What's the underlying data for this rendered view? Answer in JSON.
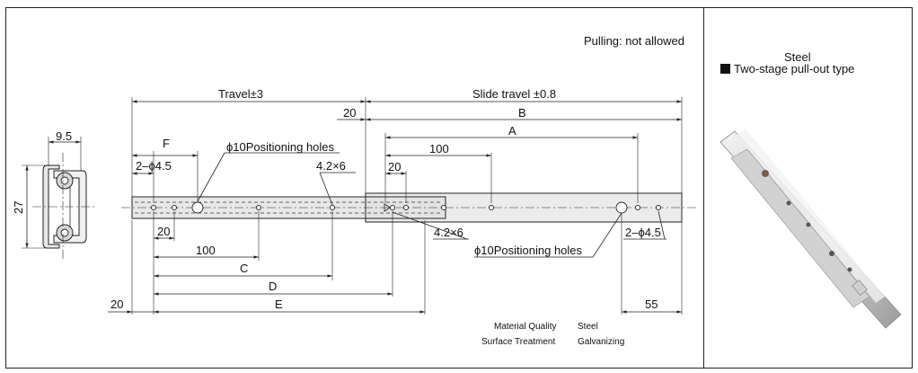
{
  "notes": {
    "pulling": "Pulling: not allowed"
  },
  "dimensions": {
    "travel": "Travel±3",
    "slide_travel": "Slide travel ±0.8",
    "width_9_5": "9.5",
    "height_27": "27",
    "left_20_top": "20",
    "F": "F",
    "B": "B",
    "A": "A",
    "dim_100_top": "100",
    "dim_20_mid": "20",
    "holes_2_phi_4_5_left": "2–ϕ4.5",
    "holes_2_phi_4_5_right": "2–ϕ4.5",
    "positioning_holes_top": "ϕ10Positioning holes",
    "positioning_holes_bottom": "ϕ10Positioning holes",
    "slot_4_2x6_top": "4.2×6",
    "slot_4_2x6_bottom": "4.2×6",
    "dim_20_bottom": "20",
    "dim_100_bottom": "100",
    "C": "C",
    "D": "D",
    "E": "E",
    "dim_20_left": "20",
    "dim_55": "55"
  },
  "specs": {
    "material_label": "Material Quality",
    "material_value": "Steel",
    "surface_label": "Surface Treatment",
    "surface_value": "Galvanizing"
  },
  "product": {
    "material": "Steel",
    "type": "Two-stage pull-out type"
  }
}
